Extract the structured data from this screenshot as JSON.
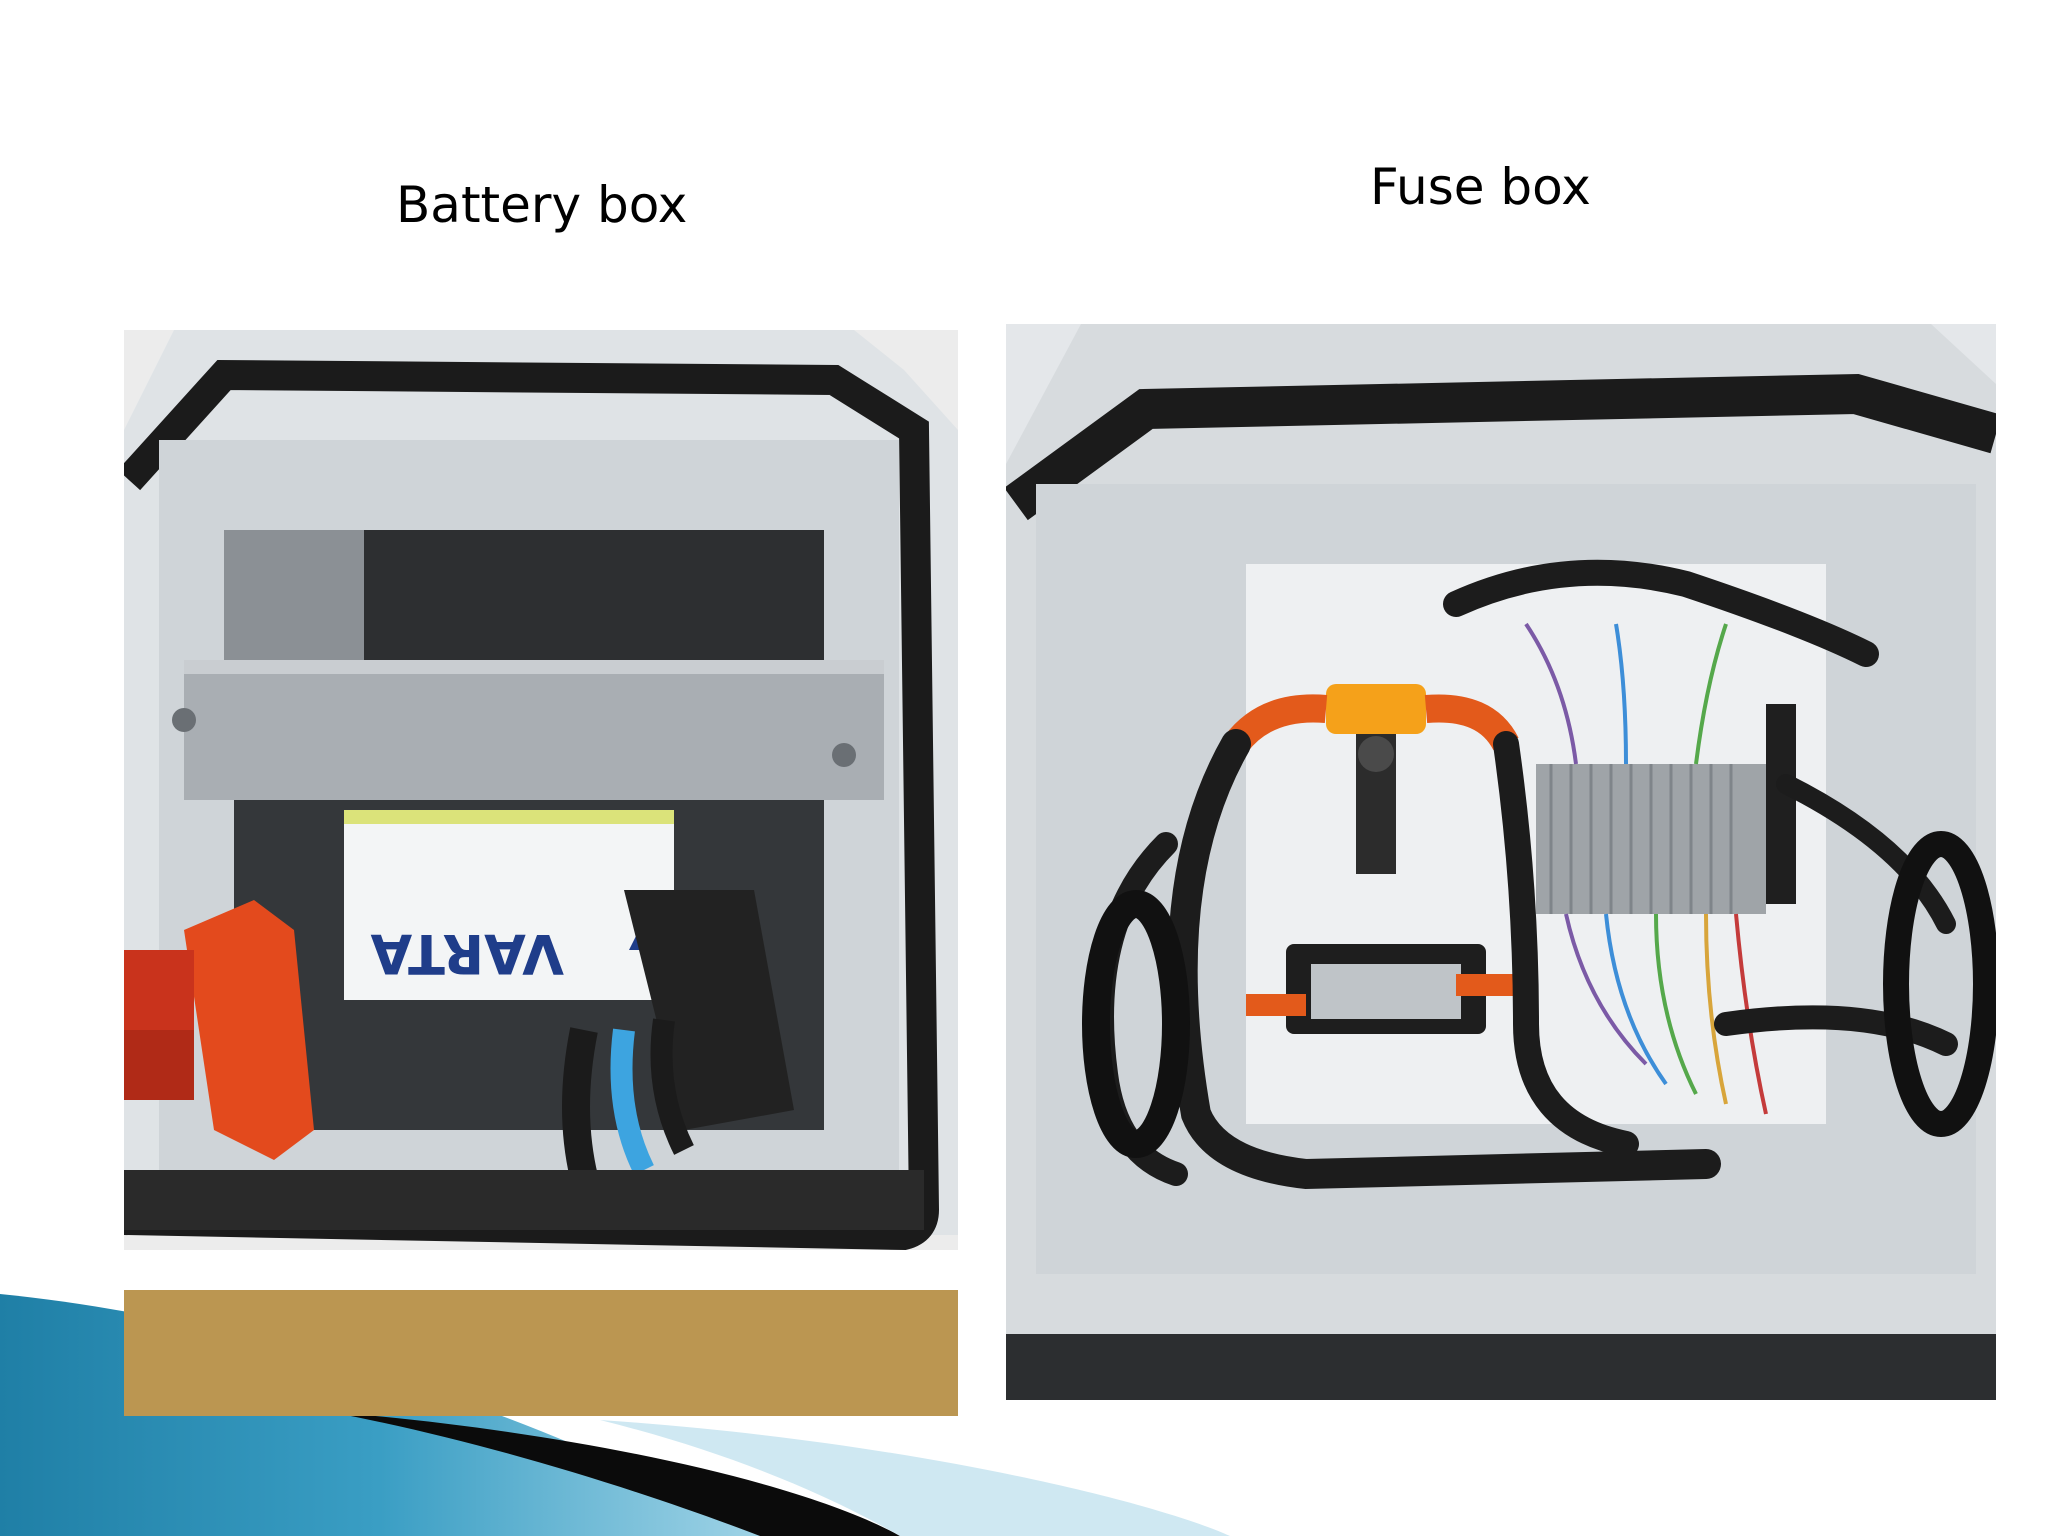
{
  "captions": {
    "battery": "Battery box",
    "fuse": "Fuse box"
  },
  "battery_label": {
    "brand": "VARTA"
  }
}
